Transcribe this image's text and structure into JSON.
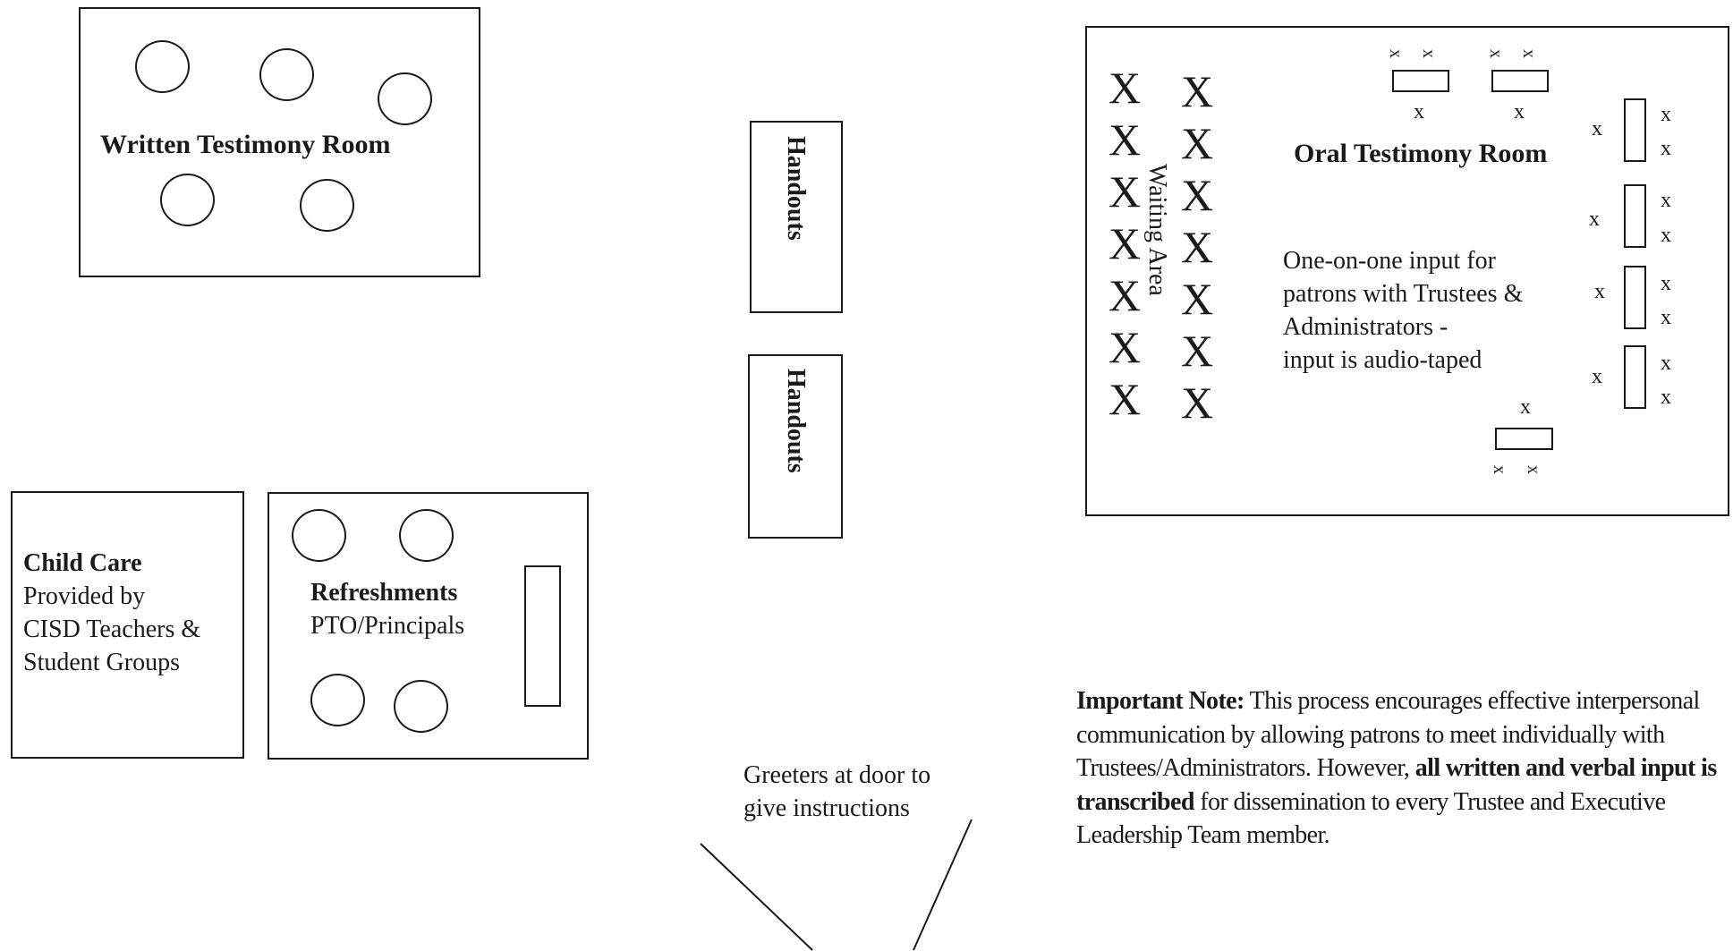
{
  "written_room": {
    "title": "Written Testimony Room"
  },
  "handouts": [
    {
      "label": "Handouts"
    },
    {
      "label": "Handouts"
    }
  ],
  "child_care": {
    "title": "Child Care",
    "lines": [
      "Provided by",
      "CISD Teachers &",
      "Student Groups"
    ]
  },
  "refreshments": {
    "title": "Refreshments",
    "subtitle": "PTO/Principals"
  },
  "oral_room": {
    "title": "Oral Testimony Room",
    "waiting_label": "Waiting Area",
    "seat_big": "X",
    "seat_small": "x",
    "description": [
      "One-on-one input for",
      "patrons with Trustees &",
      "Administrators -",
      "input is audio-taped"
    ]
  },
  "greeters": {
    "lines": [
      "Greeters at door to",
      "give instructions"
    ]
  },
  "note": {
    "lead": "Important Note:",
    "text1": " This process encourages effective interpersonal communication by allowing patrons to meet individually with Trustees/Administrators. However, ",
    "bold": "all written and verbal input is transcribed",
    "text2": " for dissemination to every Trustee and Executive Leadership Team member."
  }
}
